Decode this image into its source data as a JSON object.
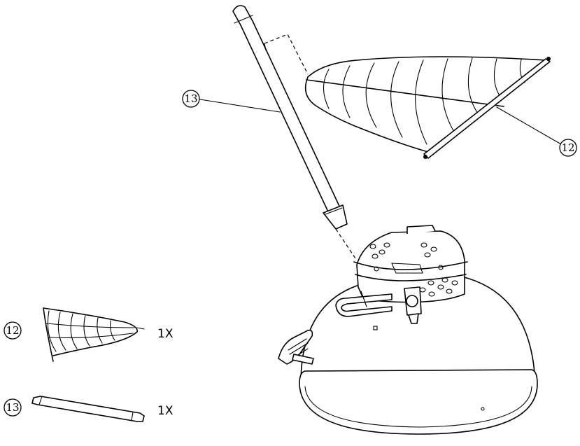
{
  "callouts": [
    {
      "id": "part-13",
      "number": "13"
    },
    {
      "id": "part-12",
      "number": "12"
    }
  ],
  "parts_list": [
    {
      "number": "12",
      "quantity": "1X"
    },
    {
      "number": "13",
      "quantity": "1X"
    }
  ]
}
